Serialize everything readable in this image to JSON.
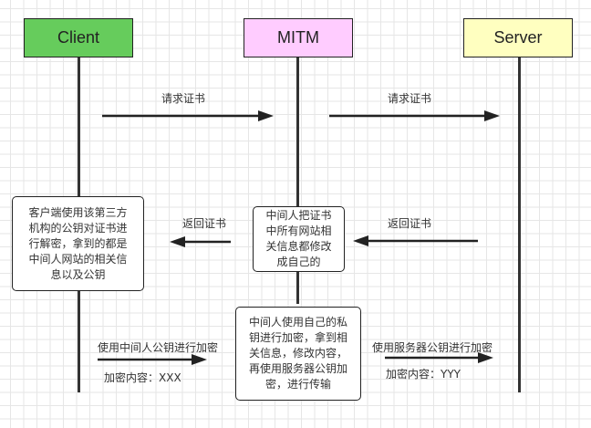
{
  "actors": {
    "client": {
      "label": "Client",
      "color": "#66cc5c"
    },
    "mitm": {
      "label": "MITM",
      "color": "#ffccff"
    },
    "server": {
      "label": "Server",
      "color": "#ffffc0"
    }
  },
  "messages": [
    {
      "from": "client",
      "to": "mitm",
      "label": "请求证书"
    },
    {
      "from": "mitm",
      "to": "server",
      "label": "请求证书"
    },
    {
      "from": "server",
      "to": "mitm",
      "label": "返回证书"
    },
    {
      "from": "mitm",
      "to": "client",
      "label": "返回证书"
    },
    {
      "from": "client",
      "to": "mitm",
      "label": "使用中间人公钥进行加密",
      "sublabel": "加密内容：XXX"
    },
    {
      "from": "mitm",
      "to": "server",
      "label": "使用服务器公钥进行加密",
      "sublabel": "加密内容：YYY"
    }
  ],
  "notes": {
    "client_note": "客户端使用该第三方\n机构的公钥对证书进\n行解密，拿到的都是\n中间人网站的相关信\n息以及公钥",
    "mitm_note_1": "中间人把证书\n中所有网站相\n关信息都修改\n成自己的",
    "mitm_note_2": "中间人使用自己的私\n钥进行加密，拿到相\n关信息，修改内容，\n再使用服务器公钥加\n密，进行传输"
  }
}
